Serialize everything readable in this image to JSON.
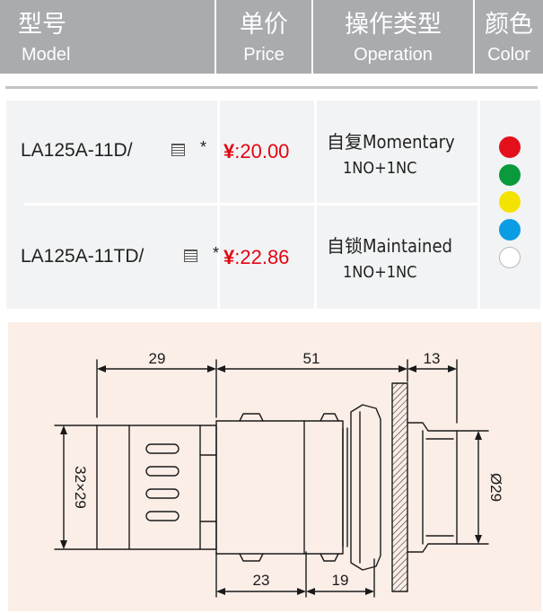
{
  "header": {
    "model_zh": "型号",
    "model_en": "Model",
    "price_zh": "单价",
    "price_en": "Price",
    "operation_zh": "操作类型",
    "operation_en": "Operation",
    "color_zh": "颜色",
    "color_en": "Color"
  },
  "rows": [
    {
      "model": "LA125A-11D/",
      "star": "*",
      "currency": "¥",
      "price": ":20.00",
      "operation": "自复Momentary",
      "contacts": "1NO+1NC"
    },
    {
      "model": "LA125A-11TD/",
      "star": "*",
      "currency": "¥",
      "price": ":22.86",
      "operation": "自锁Maintained",
      "contacts": "1NO+1NC"
    }
  ],
  "colors": [
    {
      "name": "red",
      "hex": "#e3101b"
    },
    {
      "name": "green",
      "hex": "#0a9a3c"
    },
    {
      "name": "yellow",
      "hex": "#f4e300"
    },
    {
      "name": "blue",
      "hex": "#0a9de3"
    },
    {
      "name": "white",
      "hex": "#ffffff"
    }
  ],
  "drawing": {
    "dim_29": "29",
    "dim_51": "51",
    "dim_13": "13",
    "dim_32x29": "32×29",
    "dim_phi29": "Ø29",
    "dim_23": "23",
    "dim_19": "19"
  }
}
